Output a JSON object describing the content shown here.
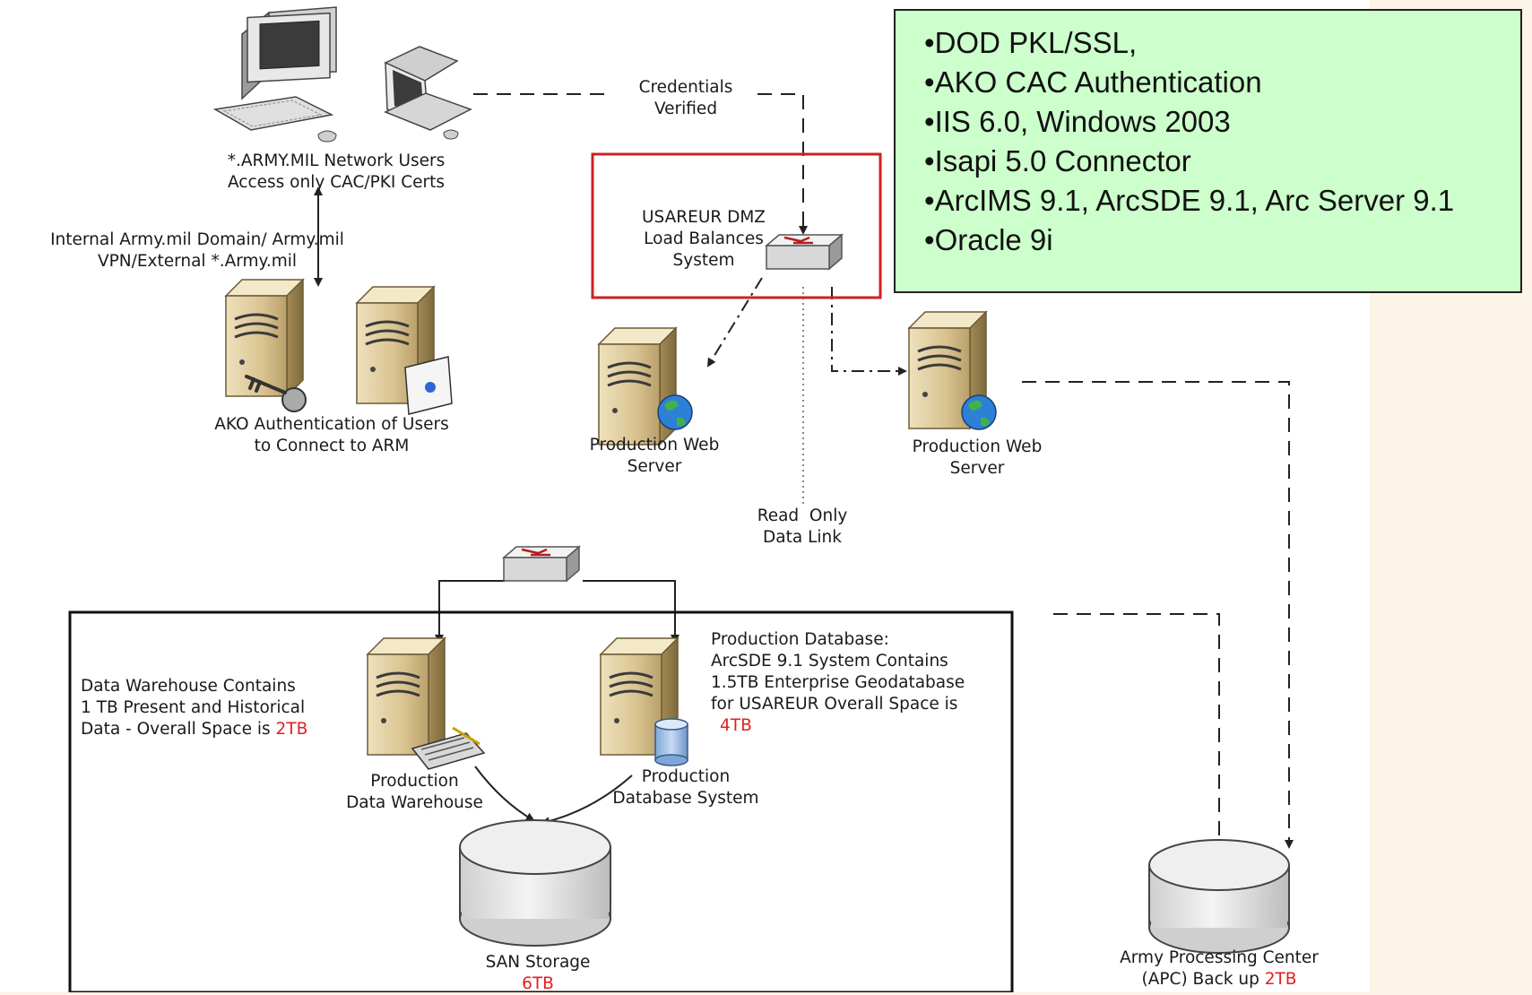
{
  "notes": [
    "DOD PKL/SSL,",
    "AKO CAC Authentication",
    "IIS 6.0, Windows 2003",
    "Isapi 5.0 Connector",
    "ArcIMS 9.1, ArcSDE 9.1, Arc Server 9.1",
    "Oracle 9i"
  ],
  "labels": {
    "credentials_1": "Credentials",
    "credentials_2": "Verified",
    "users_1": "*.ARMY.MIL Network Users",
    "users_2": "Access only CAC/PKI Certs",
    "domain_1": "Internal Army.mil Domain/ Army.mil",
    "domain_2": "VPN/External *.Army.mil",
    "ako_1": "AKO Authentication of Users",
    "ako_2": "to Connect to ARM",
    "dmz_1": "USAREUR DMZ",
    "dmz_2": "Load Balances",
    "dmz_3": "System",
    "web1_1": "Production Web",
    "web1_2": "Server",
    "web2_1": "Production Web",
    "web2_2": "Server",
    "readonly_1": "Read  Only",
    "readonly_2": "Data Link",
    "dw_note_1": "Data Warehouse Contains",
    "dw_note_2": "1 TB Present and Historical",
    "dw_note_3": "Data - Overall Space is ",
    "dw_note_3_size": "2TB",
    "pdb_note_1": "Production Database:",
    "pdb_note_2": "ArcSDE 9.1 System Contains",
    "pdb_note_3": "1.5TB Enterprise Geodatabase",
    "pdb_note_4": "for USAREUR Overall Space is",
    "pdb_note_5": "4TB",
    "dw_1": "Production",
    "dw_2": "Data Warehouse",
    "dbs_1": "Production",
    "dbs_2": "Database System",
    "san_1": "SAN Storage",
    "san_2": "6TB",
    "apc_1": "Army Processing Center",
    "apc_2": "(APC) Back up ",
    "apc_2_size": "2TB"
  }
}
